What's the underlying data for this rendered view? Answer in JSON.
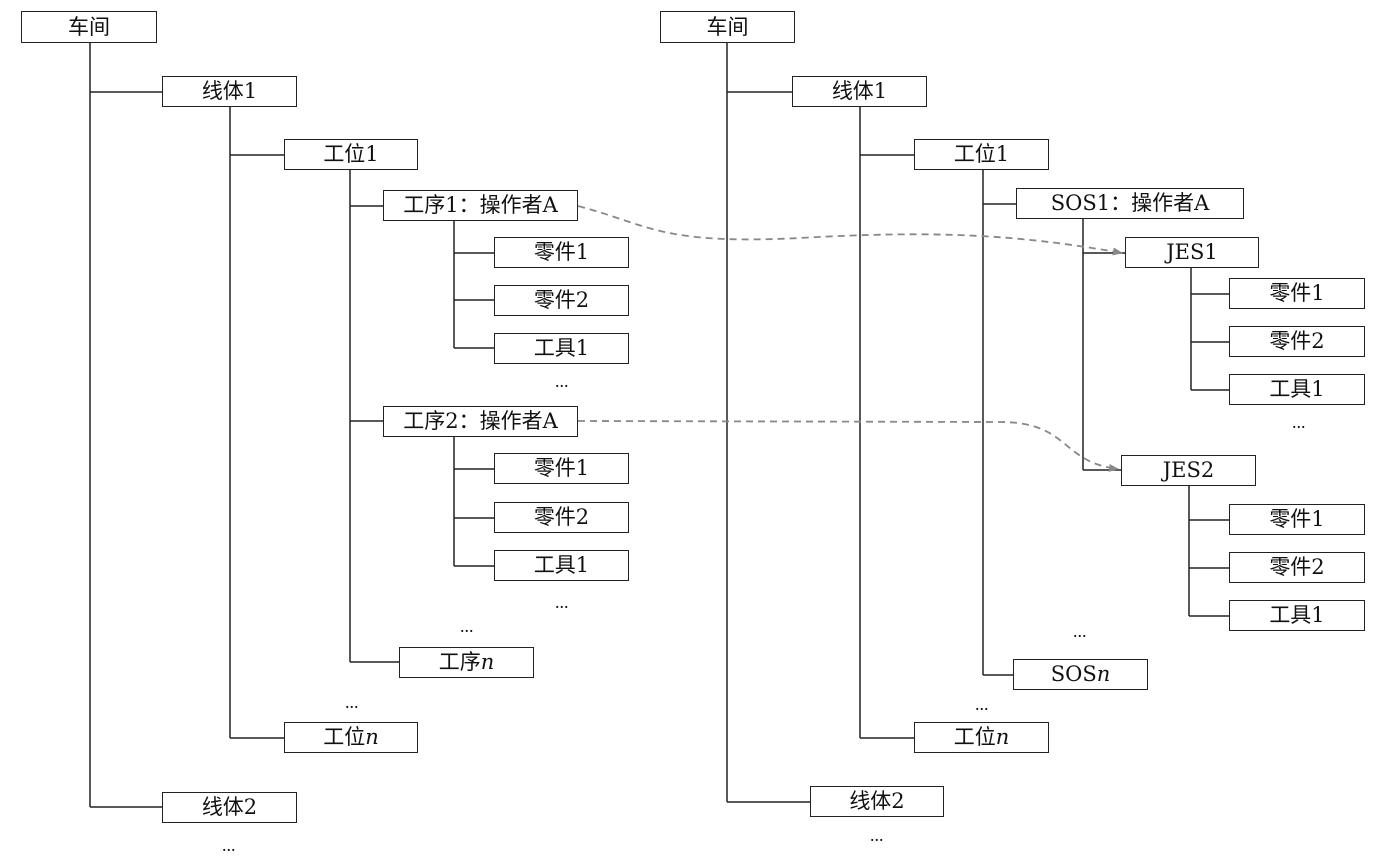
{
  "left_tree": {
    "root": "车间",
    "line1": "线体1",
    "station1": "工位1",
    "process1": "工序1：操作者A",
    "p1_part1": "零件1",
    "p1_part2": "零件2",
    "p1_tool1": "工具1",
    "process2": "工序2：操作者A",
    "p2_part1": "零件1",
    "p2_part2": "零件2",
    "p2_tool1": "工具1",
    "processN_prefix": "工序",
    "processN_var": "n",
    "stationN_prefix": "工位",
    "stationN_var": "n",
    "line2": "线体2",
    "ellipsis": "..."
  },
  "right_tree": {
    "root": "车间",
    "line1": "线体1",
    "station1": "工位1",
    "sos1": "SOS1：操作者A",
    "jes1": "JES1",
    "j1_part1": "零件1",
    "j1_part2": "零件2",
    "j1_tool1": "工具1",
    "jes2": "JES2",
    "j2_part1": "零件1",
    "j2_part2": "零件2",
    "j2_tool1": "工具1",
    "sosN_prefix": "SOS",
    "sosN_var": "n",
    "stationN_prefix": "工位",
    "stationN_var": "n",
    "line2": "线体2",
    "ellipsis": "..."
  },
  "colors": {
    "line": "#222222",
    "mapping_arrow": "#888888",
    "box_border": "#222222",
    "background": "#ffffff"
  }
}
